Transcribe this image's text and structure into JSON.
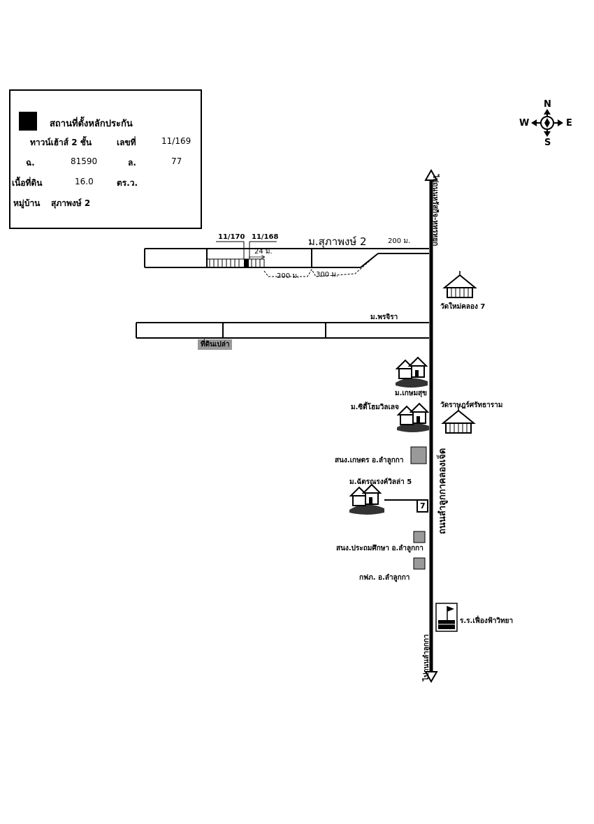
{
  "legend": {
    "title": "สถานที่ตั้งหลักประกัน",
    "row1_label": "ทาวน์เฮ้าส์ 2 ชั้น",
    "row1_key": "เลขที่",
    "row1_value": "11/169",
    "row2_key1": "ฉ.",
    "row2_value1": "81590",
    "row2_key2": "ล.",
    "row2_value2": "77",
    "row3_key": "เนื้อที่ดิน",
    "row3_value": "16.0",
    "row3_unit": "ตร.ว.",
    "row4_key": "หมู่บ้าน",
    "row4_value": "สุภาพงษ์ 2",
    "marker_color": "#000000"
  },
  "compass": {
    "n": "N",
    "s": "S",
    "e": "E",
    "w": "W"
  },
  "main_road": {
    "name": "ถนนลำลูกกาคลองเจ็ด",
    "north_direction": "ไปถนนหรัสกิจ-หทรหยก",
    "south_direction": "ไปถนนลำลูกกา"
  },
  "plots": {
    "left_neighbor": "11/170",
    "right_neighbor": "11/168",
    "frontage": "24 ม."
  },
  "village_road_1": {
    "name": "ม.สุภาพงษ์ 2",
    "dist_a": "200 ม.",
    "dist_b": "200 ม.",
    "dist_c": "300 ม."
  },
  "village_road_2": {
    "name": "ม.พรจิรา",
    "vacant_land": "ที่ดินเปล่า"
  },
  "landmarks": {
    "temple_1": "วัดใหม่คลอง 7",
    "village_kasem": "ม.เกษมสุข",
    "village_city": "ม.ซิตี้โฮมวิลเลจ",
    "temple_2": "วัดราษฎร์ศรัทธาราม",
    "agri_office": "สนง.เกษตร อ.ลำลูกกา",
    "village_chat": "ม.ฉัตรณรงค์วิลล่า 5",
    "store": "7",
    "edu_office": "สนง.ประถมศึกษา อ.ลำลูกกา",
    "pea": "กฟภ. อ.ลำลูกกา",
    "school": "ร.ร.เฟื่องฟ้าวิทยา"
  }
}
